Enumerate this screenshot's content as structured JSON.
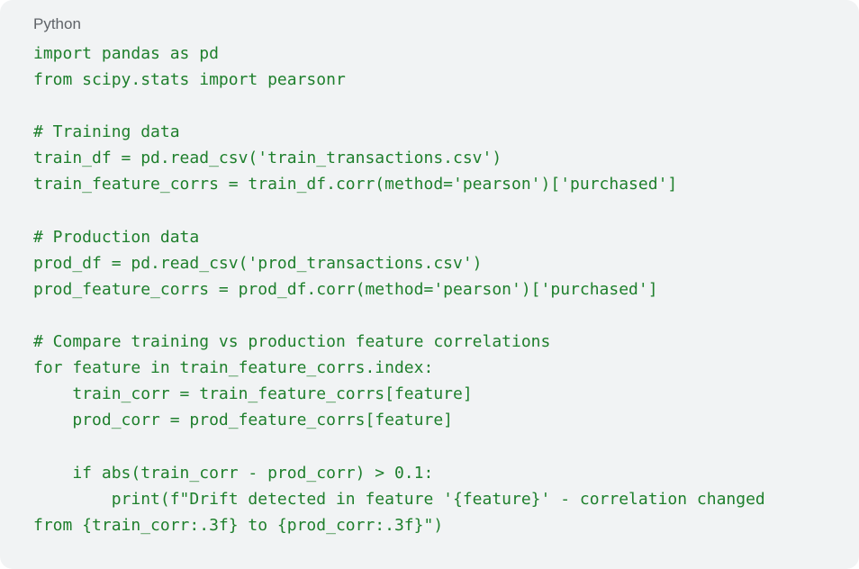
{
  "code_block": {
    "language": "Python",
    "text_color": "#1e7f2c",
    "background_color": "#f1f3f4",
    "lines": [
      "import pandas as pd",
      "from scipy.stats import pearsonr",
      "",
      "# Training data",
      "train_df = pd.read_csv('train_transactions.csv')",
      "train_feature_corrs = train_df.corr(method='pearson')['purchased']",
      "",
      "# Production data",
      "prod_df = pd.read_csv('prod_transactions.csv')",
      "prod_feature_corrs = prod_df.corr(method='pearson')['purchased']",
      "",
      "# Compare training vs production feature correlations",
      "for feature in train_feature_corrs.index:",
      "    train_corr = train_feature_corrs[feature]",
      "    prod_corr = prod_feature_corrs[feature]",
      "",
      "    if abs(train_corr - prod_corr) > 0.1:",
      "        print(f\"Drift detected in feature '{feature}' - correlation changed",
      "from {train_corr:.3f} to {prod_corr:.3f}\")"
    ]
  }
}
